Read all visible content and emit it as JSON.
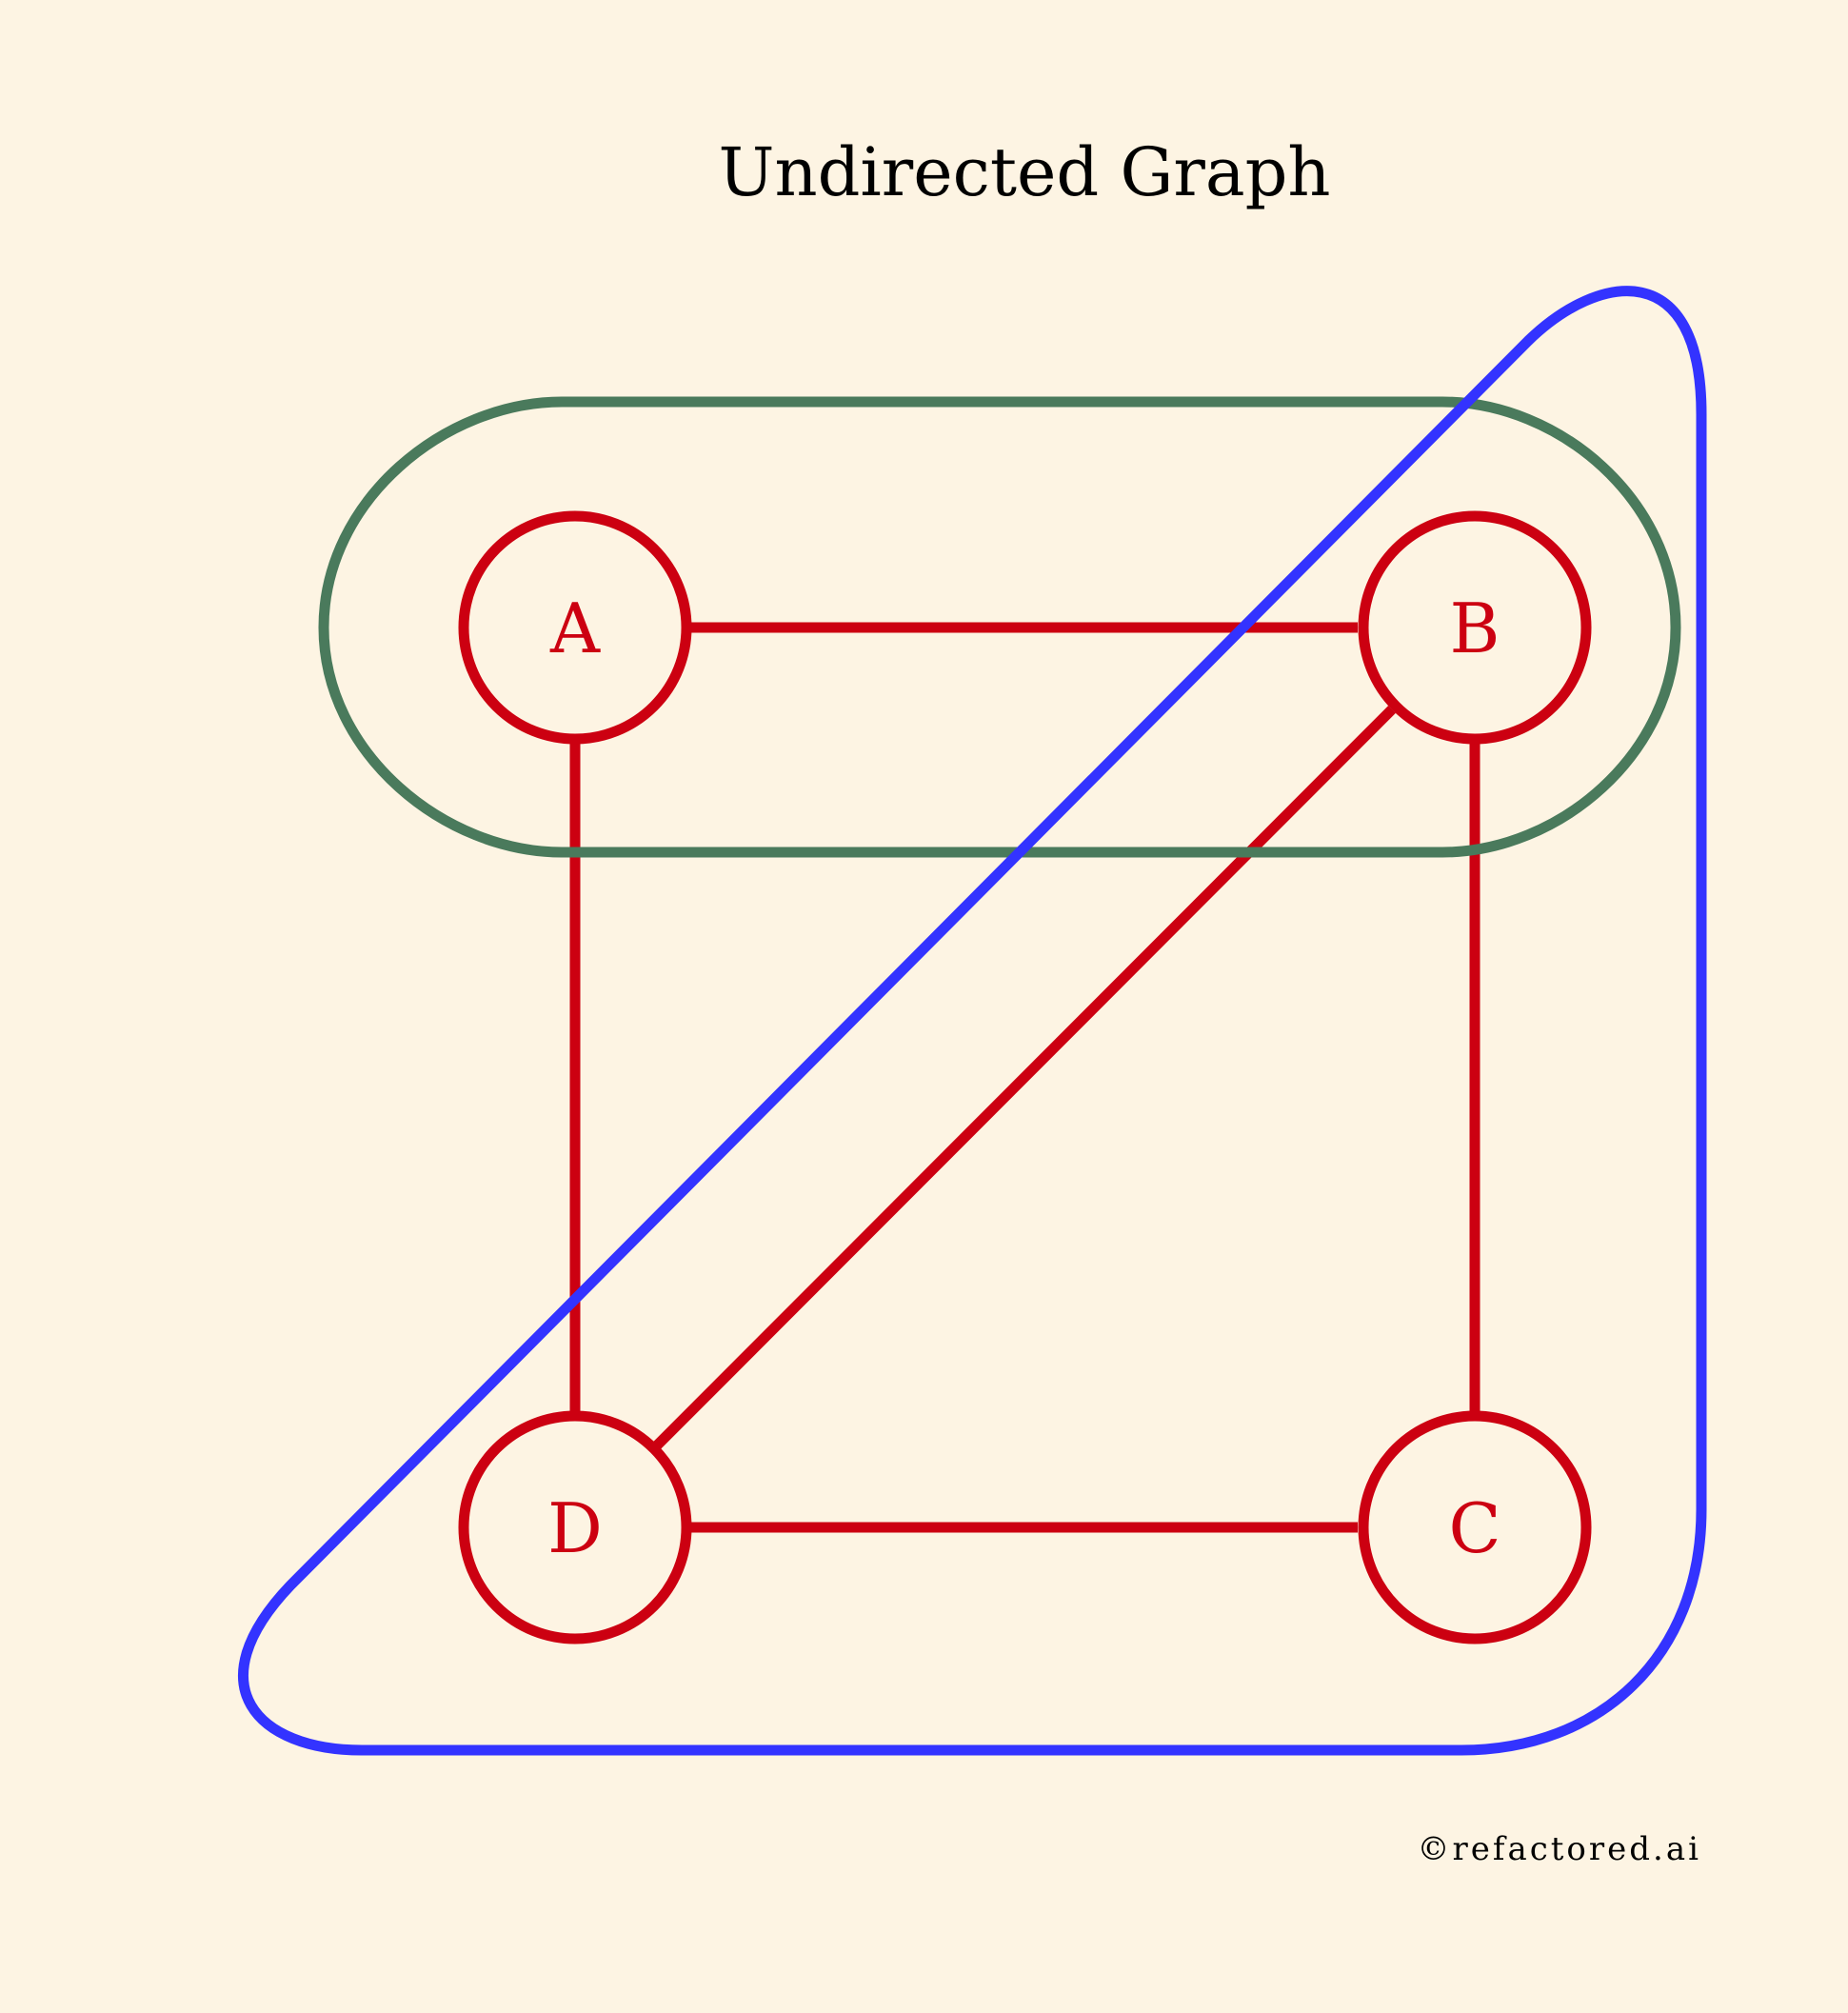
{
  "title": "Undirected Graph",
  "credit": "©refactored.ai",
  "colors": {
    "background": "#fdf4e3",
    "node": "#cc0011",
    "edge": "#cc0011",
    "group_green": "#4a7a5c",
    "group_blue": "#3333ff",
    "text": "#000000"
  },
  "nodes": {
    "A": {
      "label": "A"
    },
    "B": {
      "label": "B"
    },
    "C": {
      "label": "C"
    },
    "D": {
      "label": "D"
    }
  },
  "edges": [
    {
      "from": "A",
      "to": "B"
    },
    {
      "from": "A",
      "to": "D"
    },
    {
      "from": "B",
      "to": "C"
    },
    {
      "from": "B",
      "to": "D"
    },
    {
      "from": "D",
      "to": "C"
    }
  ],
  "groups": [
    {
      "name": "green-group",
      "members": [
        "A",
        "B"
      ]
    },
    {
      "name": "blue-group",
      "members": [
        "B",
        "C",
        "D"
      ]
    }
  ]
}
